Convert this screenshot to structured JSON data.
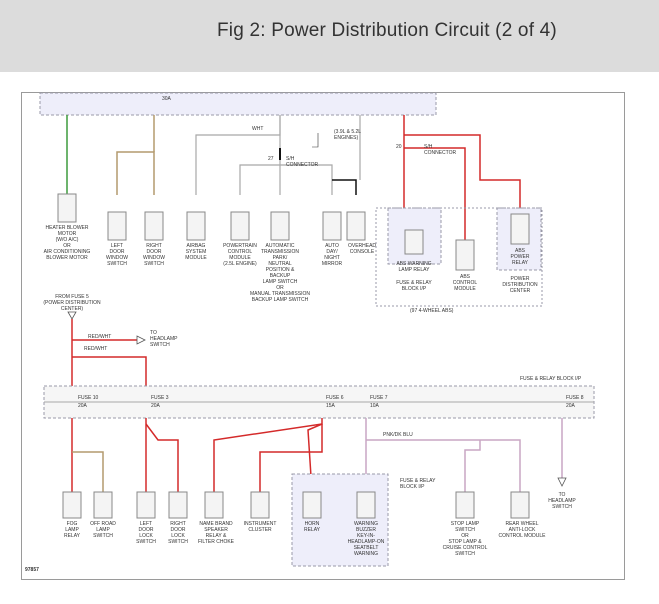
{
  "header": {
    "title": "Fig 2: Power Distribution Circuit (2 of 4)"
  },
  "colors": {
    "red": "#d42a2a",
    "green": "#3c9a3c",
    "tan": "#b49a6e",
    "gray": "#a8a8a8",
    "pink": "#c9a6c4",
    "black": "#111111",
    "box_fill": "#eeeefa",
    "box_stroke": "#9a9aa8"
  },
  "top_section": {
    "top_wire_label": "30A",
    "wht_label": "WHT",
    "engine_note_1": "(3.9L & 5.2L",
    "engine_note_2": "ENGINES)",
    "connector_num": "27",
    "connector_1": "S/H",
    "connector_2": "CONNECTOR",
    "abs_connector_num": "20",
    "abs_connector_1": "S/H",
    "abs_connector_2": "CONNECTOR",
    "abs_note": "(97 4-WHEEL ABS)",
    "components": [
      {
        "lines": [
          "HEATER BLOWER",
          "MOTOR",
          "(W/O A/C)",
          "OR",
          "AIR CONDITIONING",
          "BLOWER MOTOR"
        ]
      },
      {
        "lines": [
          "LEFT",
          "DOOR",
          "WINDOW",
          "SWITCH"
        ]
      },
      {
        "lines": [
          "RIGHT",
          "DOOR",
          "WINDOW",
          "SWITCH"
        ]
      },
      {
        "lines": [
          "AIRBAG",
          "SYSTEM",
          "MODULE"
        ]
      },
      {
        "lines": [
          "POWERTRAIN",
          "CONTROL",
          "MODULE",
          "(2.5L ENGINE)"
        ]
      },
      {
        "lines": [
          "AUTOMATIC",
          "TRANSMISSION",
          "PARK/",
          "NEUTRAL",
          "POSITION &",
          "BACKUP",
          "LAMP SWITCH",
          "OR",
          "MANUAL TRANSMISSION",
          "BACKUP LAMP SWITCH"
        ]
      },
      {
        "lines": [
          "AUTO",
          "DAY/",
          "NIGHT",
          "MIRROR"
        ]
      },
      {
        "lines": [
          "OVERHEAD",
          "CONSOLE"
        ]
      },
      {
        "lines": [
          "ABS WARNING",
          "LAMP RELAY"
        ]
      },
      {
        "lines": [
          "FUSE & RELAY",
          "BLOCK I/P"
        ]
      },
      {
        "lines": [
          "ABS",
          "CONTROL",
          "MODULE"
        ]
      },
      {
        "lines": [
          "ABS",
          "POWER",
          "RELAY"
        ]
      },
      {
        "lines": [
          "POWER",
          "DISTRIBUTION",
          "CENTER"
        ]
      }
    ]
  },
  "bottom_section": {
    "from_fuse_lines": [
      "FROM FUSE 5",
      "(POWER DISTRIBUTION",
      "CENTER)"
    ],
    "redwht_1": "RED/WHT",
    "redwht_2": "RED/WHT",
    "to_headlamp_1": [
      "TO",
      "HEADLAMP",
      "SWITCH"
    ],
    "block_label": "FUSE & RELAY BLOCK I/P",
    "fuses": [
      {
        "name": "FUSE 10",
        "amp": "20A"
      },
      {
        "name": "FUSE 3",
        "amp": "20A"
      },
      {
        "name": "FUSE 6",
        "amp": "15A"
      },
      {
        "name": "FUSE 7",
        "amp": "10A"
      },
      {
        "name": "FUSE 8",
        "amp": "20A"
      }
    ],
    "pnk_blu": "PNK/DK BLU",
    "inner_box_label": [
      "FUSE & RELAY",
      "BLOCK I/P"
    ],
    "components": [
      {
        "lines": [
          "FOG",
          "LAMP",
          "RELAY"
        ]
      },
      {
        "lines": [
          "OFF ROAD",
          "LAMP",
          "SWITCH"
        ]
      },
      {
        "lines": [
          "LEFT",
          "DOOR",
          "LOCK",
          "SWITCH"
        ]
      },
      {
        "lines": [
          "RIGHT",
          "DOOR",
          "LOCK",
          "SWITCH"
        ]
      },
      {
        "lines": [
          "NAME BRAND",
          "SPEAKER",
          "RELAY &",
          "FILTER CHOKE"
        ]
      },
      {
        "lines": [
          "INSTRUMENT",
          "CLUSTER"
        ]
      },
      {
        "lines": [
          "HORN",
          "RELAY"
        ]
      },
      {
        "lines": [
          "WARNING",
          "BUZZER",
          "KEY-IN-",
          "HEADLAMP-ON",
          "SEATBELT",
          "WARNING"
        ]
      },
      {
        "lines": [
          "STOP LAMP",
          "SWITCH",
          "OR",
          "STOP LAMP &",
          "CRUISE CONTROL",
          "SWITCH"
        ]
      },
      {
        "lines": [
          "REAR WHEEL",
          "ANTI-LOCK",
          "CONTROL MODULE"
        ]
      },
      {
        "lines": [
          "TO",
          "HEADLAMP",
          "SWITCH"
        ]
      }
    ],
    "figure_id": "97857"
  }
}
